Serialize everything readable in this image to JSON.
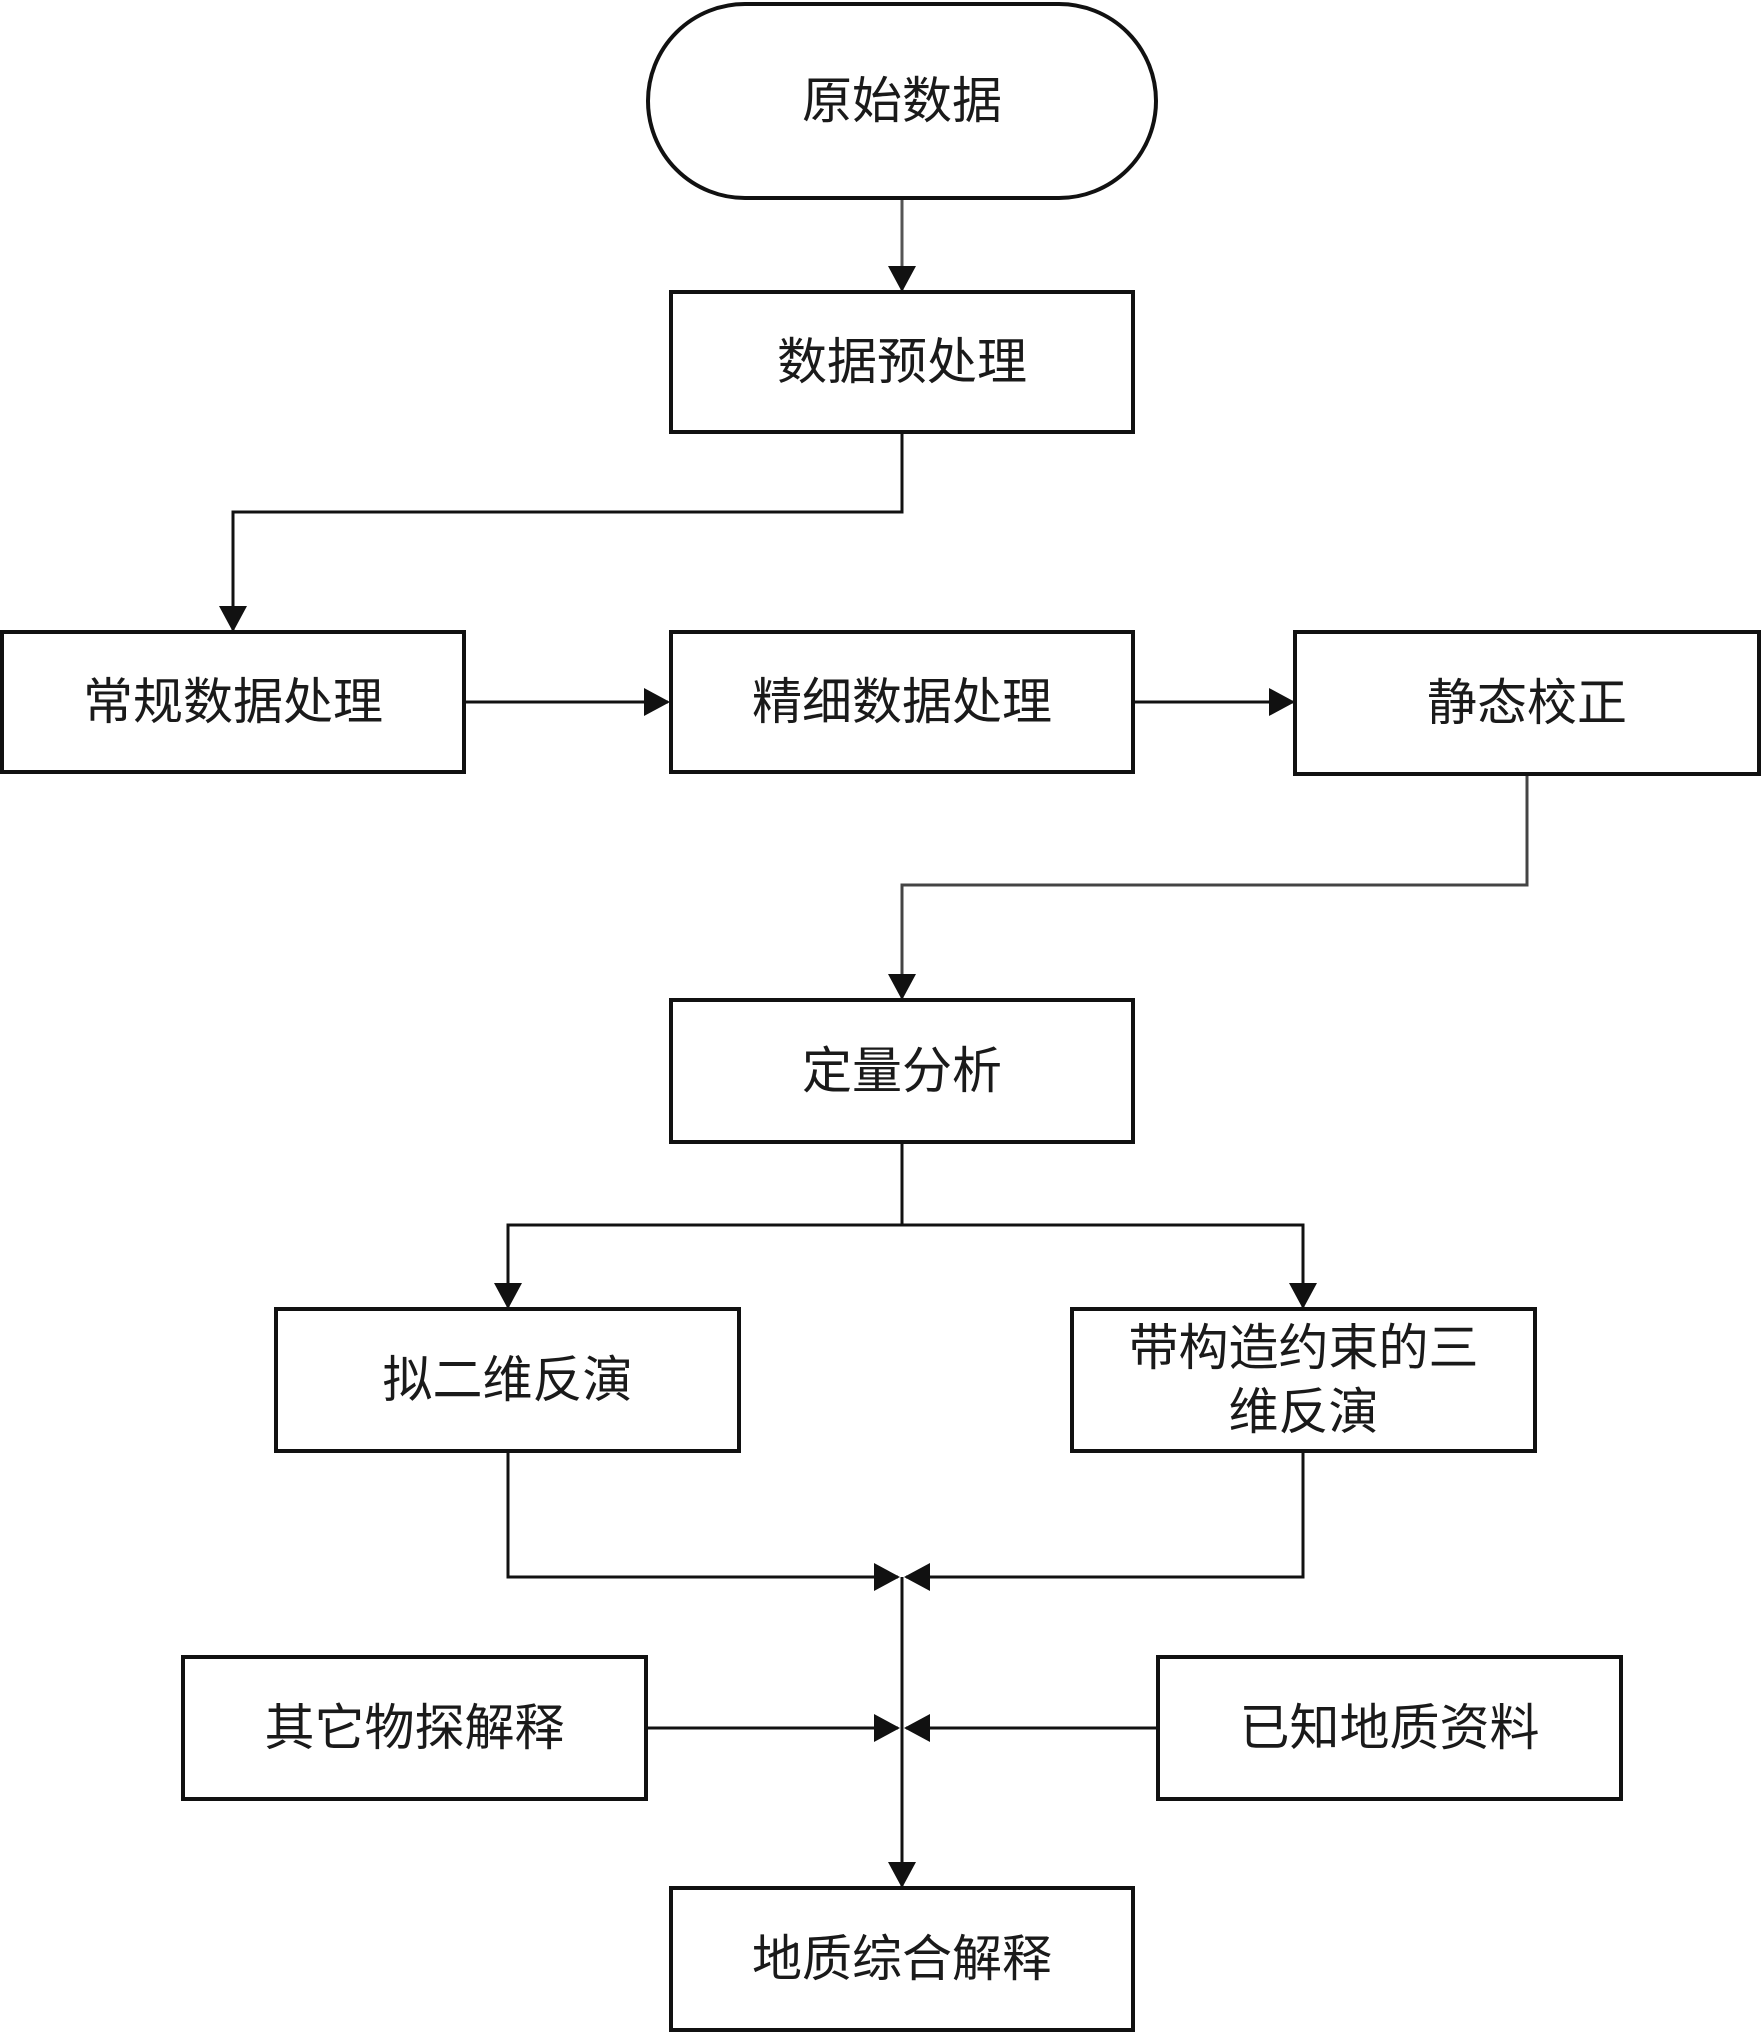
{
  "diagram": {
    "type": "flowchart",
    "colors": {
      "stroke": "#111111",
      "text": "#1a1a1a",
      "background": "#ffffff"
    },
    "nodes": {
      "raw_data": "原始数据",
      "preprocess": "数据预处理",
      "routine": "常规数据处理",
      "fine": "精细数据处理",
      "static_correction": "静态校正",
      "quantitative": "定量分析",
      "pseudo_2d": "拟二维反演",
      "constrained_3d": "带构造约束的三维反演",
      "other_geophysics": "其它物探解释",
      "known_geology": "已知地质资料",
      "integrated": "地质综合解释"
    },
    "edges": [
      {
        "from": "raw_data",
        "to": "preprocess"
      },
      {
        "from": "preprocess",
        "to": "routine"
      },
      {
        "from": "routine",
        "to": "fine"
      },
      {
        "from": "fine",
        "to": "static_correction"
      },
      {
        "from": "static_correction",
        "to": "quantitative"
      },
      {
        "from": "quantitative",
        "to": "pseudo_2d"
      },
      {
        "from": "quantitative",
        "to": "constrained_3d"
      },
      {
        "from": "pseudo_2d",
        "to": "integrated"
      },
      {
        "from": "constrained_3d",
        "to": "integrated"
      },
      {
        "from": "other_geophysics",
        "to": "integrated"
      },
      {
        "from": "known_geology",
        "to": "integrated"
      }
    ]
  }
}
